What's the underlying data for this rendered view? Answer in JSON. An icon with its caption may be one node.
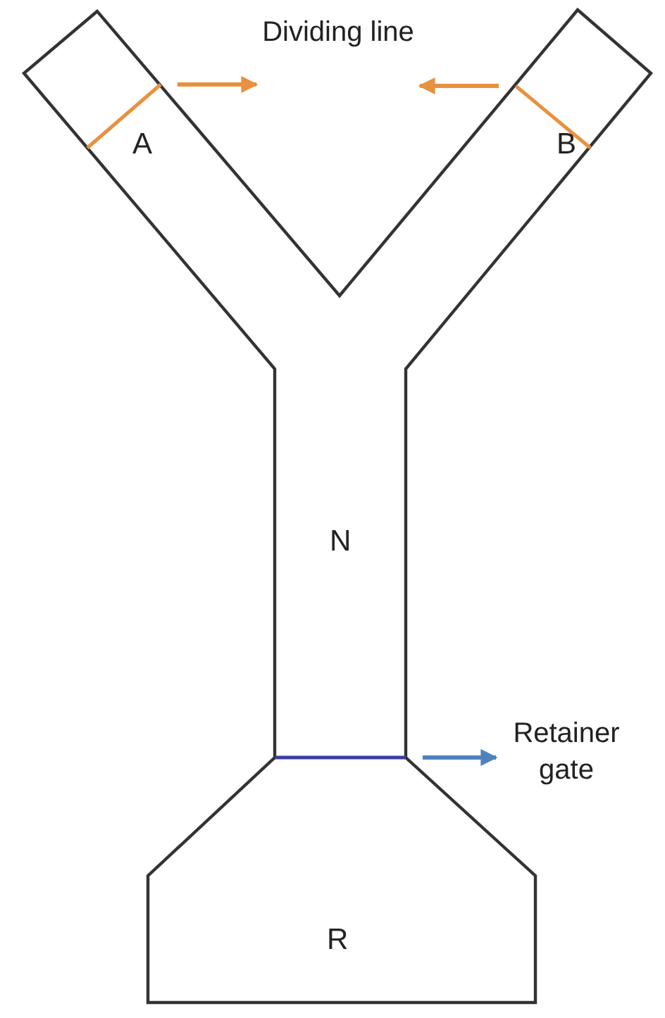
{
  "diagram": {
    "nodes": [
      {
        "text": [
          "Dividing line"
        ]
      },
      {
        "text": [],
        "shape": "line"
      },
      {
        "text": [],
        "shape": "line"
      },
      {
        "text": [
          "Retainer gate"
        ]
      },
      {
        "text": [],
        "shape": "line"
      }
    ],
    "edges": [
      {
        "from": 1,
        "to": 0,
        "arrow": "to"
      },
      {
        "from": 2,
        "to": 0,
        "arrow": "to"
      },
      {
        "from": 4,
        "to": 3,
        "arrow": "to",
        "color": "#4f81bd"
      }
    ],
    "labels": [
      "A",
      "B",
      "N",
      "R"
    ]
  }
}
